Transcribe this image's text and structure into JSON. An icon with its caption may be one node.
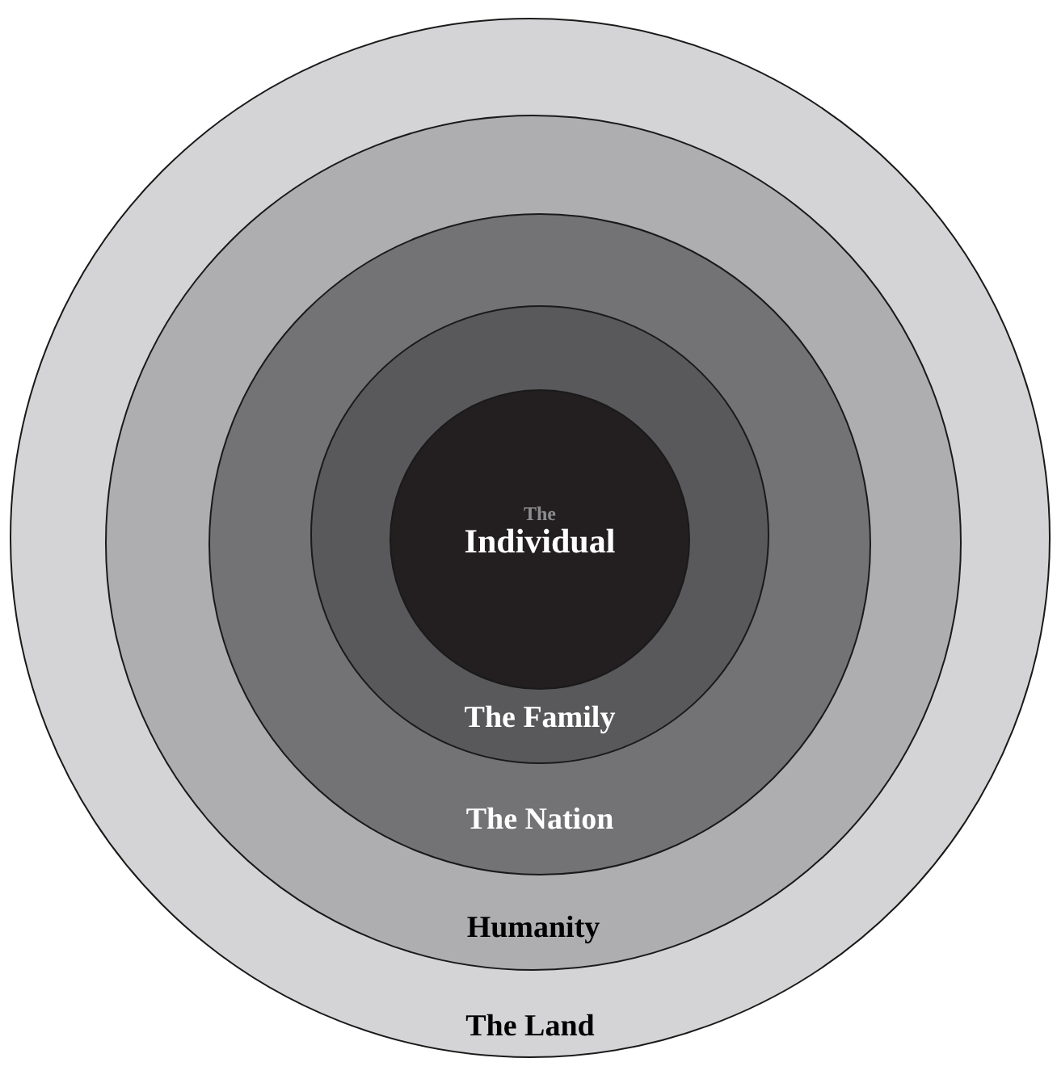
{
  "diagram": {
    "nodes": [
      {
        "text": [
          "The Land"
        ]
      },
      {
        "text": [
          "Humanity"
        ],
        "in": 0
      },
      {
        "text": [
          "The Nation"
        ],
        "in": 1
      },
      {
        "text": [
          "The Family"
        ],
        "in": 2
      },
      {
        "text": [
          "The",
          "Individual"
        ],
        "in": 3
      }
    ]
  }
}
